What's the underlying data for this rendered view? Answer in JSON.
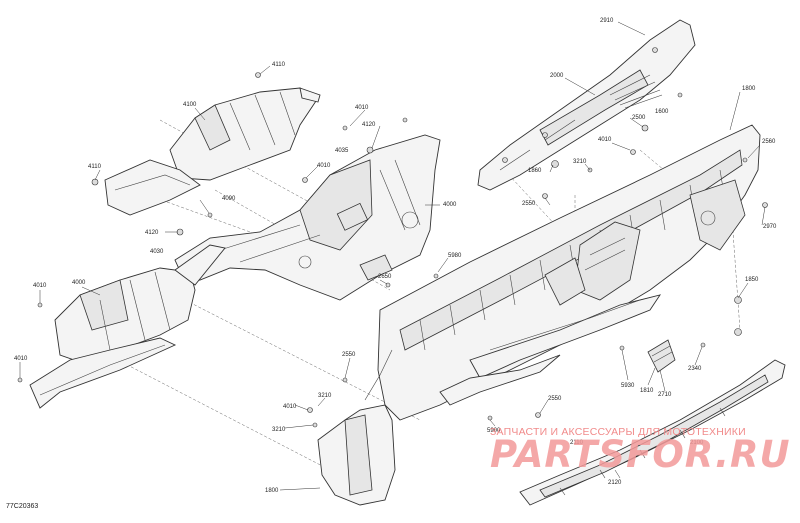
{
  "diagram": {
    "code": "77C20363",
    "callouts": {
      "c4110a": "4110",
      "c4100": "4100",
      "c4110b": "4110",
      "c4010a": "4010",
      "c4120a": "4120",
      "c4035": "4035",
      "c4010b": "4010",
      "c4090": "4090",
      "c4000a": "4000",
      "c4120b": "4120",
      "c4030": "4030",
      "c4010c": "4010",
      "c4000b": "4000",
      "c4010d": "4010",
      "c2910": "2910",
      "c2000": "2000",
      "c1800a": "1800",
      "c2500": "2500",
      "c1600": "1600",
      "c2560": "2560",
      "c4010e": "4010",
      "c1860": "1860",
      "c3210a": "3210",
      "c2550a": "2550",
      "c2970": "2970",
      "c5980": "5980",
      "c2650": "2650",
      "c1850": "1850",
      "c2550b": "2550",
      "c2340": "2340",
      "c5930": "5930",
      "c1810": "1810",
      "c2710": "2710",
      "c3210b": "3210",
      "c4010f": "4010",
      "c3210c": "3210",
      "c2550c": "2550",
      "c5900": "5900",
      "c2110": "2110",
      "c2100": "2100",
      "c1800b": "1800",
      "c2120": "2120"
    }
  },
  "watermark": {
    "slogan": "ЗАПЧАСТИ И АКСЕССУАРЫ ДЛЯ МОТОТЕХНИКИ",
    "logo": "PARTSFOR.RU"
  },
  "colors": {
    "line": "#333333",
    "watermark": "#f39a9a",
    "background": "#ffffff"
  }
}
